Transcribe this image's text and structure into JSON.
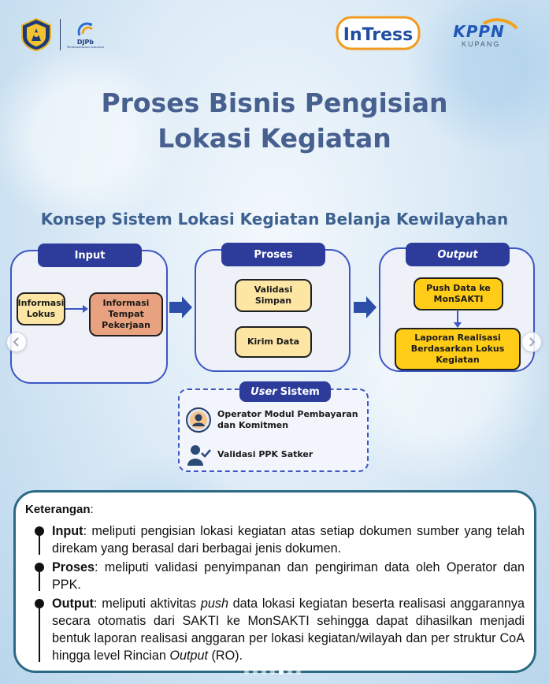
{
  "header": {
    "djpb_label": "DJPb",
    "djpb_sub": "Perbendaharaan Indonesia",
    "intress_label": "InTress",
    "kppn_label": "KPPN",
    "kppn_sub": "KUPANG"
  },
  "title": {
    "line1": "Proses Bisnis Pengisian",
    "line2": "Lokasi Kegiatan"
  },
  "subtitle": "Konsep Sistem Lokasi Kegiatan Belanja Kewilayahan",
  "input_panel": {
    "header": "Input",
    "box1": "Informasi Lokus",
    "box2": "Informasi Tempat Pekerjaan"
  },
  "proses_panel": {
    "header": "Proses",
    "box1": "Validasi Simpan",
    "box2": "Kirim Data"
  },
  "output_panel": {
    "header": "Output",
    "box1": "Push Data ke MonSAKTI",
    "box2": "Laporan Realisasi Berdasarkan Lokus Kegiatan"
  },
  "user_sistem": {
    "header_italic": "User",
    "header_rest": "Sistem",
    "row1": "Operator Modul Pembayaran dan Komitmen",
    "row2": "Validasi PPK Satker"
  },
  "keterangan": {
    "heading": "Keterangan",
    "items": [
      {
        "term": "Input",
        "text": ": meliputi pengisian lokasi kegiatan atas setiap dokumen sumber yang telah direkam yang berasal dari berbagai jenis dokumen."
      },
      {
        "term": "Proses",
        "text": ": meliputi validasi penyimpanan dan pengiriman data oleh Operator dan PPK."
      },
      {
        "term": "Output",
        "text_a": ": meliputi aktivitas ",
        "text_em": "push",
        "text_b": " data lokasi kegiatan beserta realisasi anggarannya secara otomatis dari SAKTI ke MonSAKTI sehingga dapat dihasilkan menjadi bentuk laporan realisasi anggaran per lokasi kegiatan/wilayah dan per struktur CoA hingga level Rincian ",
        "text_em2": "Output",
        "text_c": " (RO)."
      }
    ]
  },
  "carousel": {
    "total": 7,
    "active": 5
  },
  "icons": {
    "prev": "chevron-left-icon",
    "next": "chevron-right-icon",
    "operator": "user-circle-icon",
    "ppk": "user-check-icon"
  },
  "colors": {
    "panel_border": "#3c56c4",
    "header_bg": "#2d3c9b",
    "box_light": "#fde6a4",
    "box_orange": "#e9a27f",
    "box_yellow": "#ffcc17",
    "title": "#47608f",
    "legend_border": "#2c6a84"
  }
}
